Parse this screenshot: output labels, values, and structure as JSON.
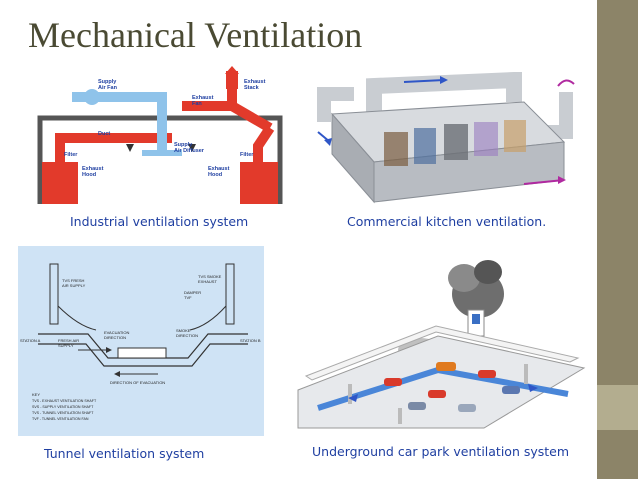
{
  "slide": {
    "title": "Mechanical Ventilation"
  },
  "panels": {
    "industrial": {
      "caption": "Industrial ventilation system",
      "labels": {
        "supply_fan": "Supply",
        "supply_fan_2": "Air Fan",
        "exhaust_stack": "Exhaust",
        "exhaust_stack_2": "Stack",
        "exhaust_fan": "Exhaust",
        "exhaust_fan_2": "Fan",
        "duct": "Duct",
        "supply_diffuser": "Supply",
        "supply_diffuser_2": "Air Diffuser",
        "filter_left": "Filter",
        "filter_right": "Filter",
        "exhaust_hood_left": "Exhaust",
        "exhaust_hood_left_2": "Hood",
        "exhaust_hood_right": "Exhaust",
        "exhaust_hood_right_2": "Hood"
      }
    },
    "kitchen": {
      "caption": "Commercial kitchen ventilation."
    },
    "tunnel": {
      "caption": "Tunnel ventilation system",
      "labels": {
        "left_top": "TVS FRESH",
        "left_top_2": "AIR SUPPLY",
        "right_top": "TVS SMOKE",
        "right_top_2": "EXHAUST",
        "damper": "DAMPER",
        "damper_2": "TVF",
        "evacuation": "EVACUATION",
        "evacuation_2": "DIRECTION",
        "fresh_air": "FRESH AIR",
        "fresh_air_2": "SUPPLY",
        "smoke": "SMOKE",
        "smoke_2": "DIRECTION",
        "direction": "DIRECTION OF EVACUATION",
        "station_a": "STATION A",
        "station_b": "STATION B",
        "key": "KEY",
        "key_1": "TVS - EXHAUST VENTILATION SHAFT",
        "key_2": "SVS - SUPPLY VENTILATION SHAFT",
        "key_3": "TVS - TUNNEL VENTILATION SHAFT",
        "key_4": "TVF - TUNNEL VENTILATION FAN"
      }
    },
    "carpark": {
      "caption": "Underground car park ventilation system"
    }
  },
  "colors": {
    "title": "#4a4a33",
    "caption": "#1f3fa1",
    "side_bar": "#8c8468",
    "duct_red": "#e23a2b",
    "duct_blue": "#8fc3ea",
    "tunnel_bg": "#cfe3f5"
  }
}
